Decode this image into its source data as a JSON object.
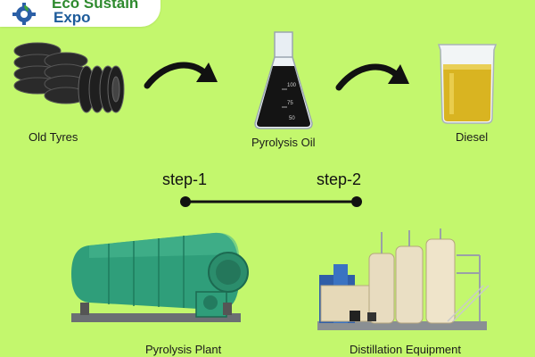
{
  "logo": {
    "line1": "Eco Sustain",
    "line2": "Expo"
  },
  "items": {
    "old_tyres": "Old Tyres",
    "pyrolysis_oil": "Pyrolysis Oil",
    "diesel": "Diesel",
    "pyrolysis_plant": "Pyrolysis Plant",
    "distillation_equipment": "Distillation Equipment"
  },
  "flask_marks": {
    "m1": "100",
    "m2": "75",
    "m3": "50"
  },
  "steps": {
    "step1": "step-1",
    "step2": "step-2"
  },
  "colors": {
    "background": "#c3f76d",
    "plant_green": "#2f9e7a",
    "oil": "#d8b21e"
  }
}
